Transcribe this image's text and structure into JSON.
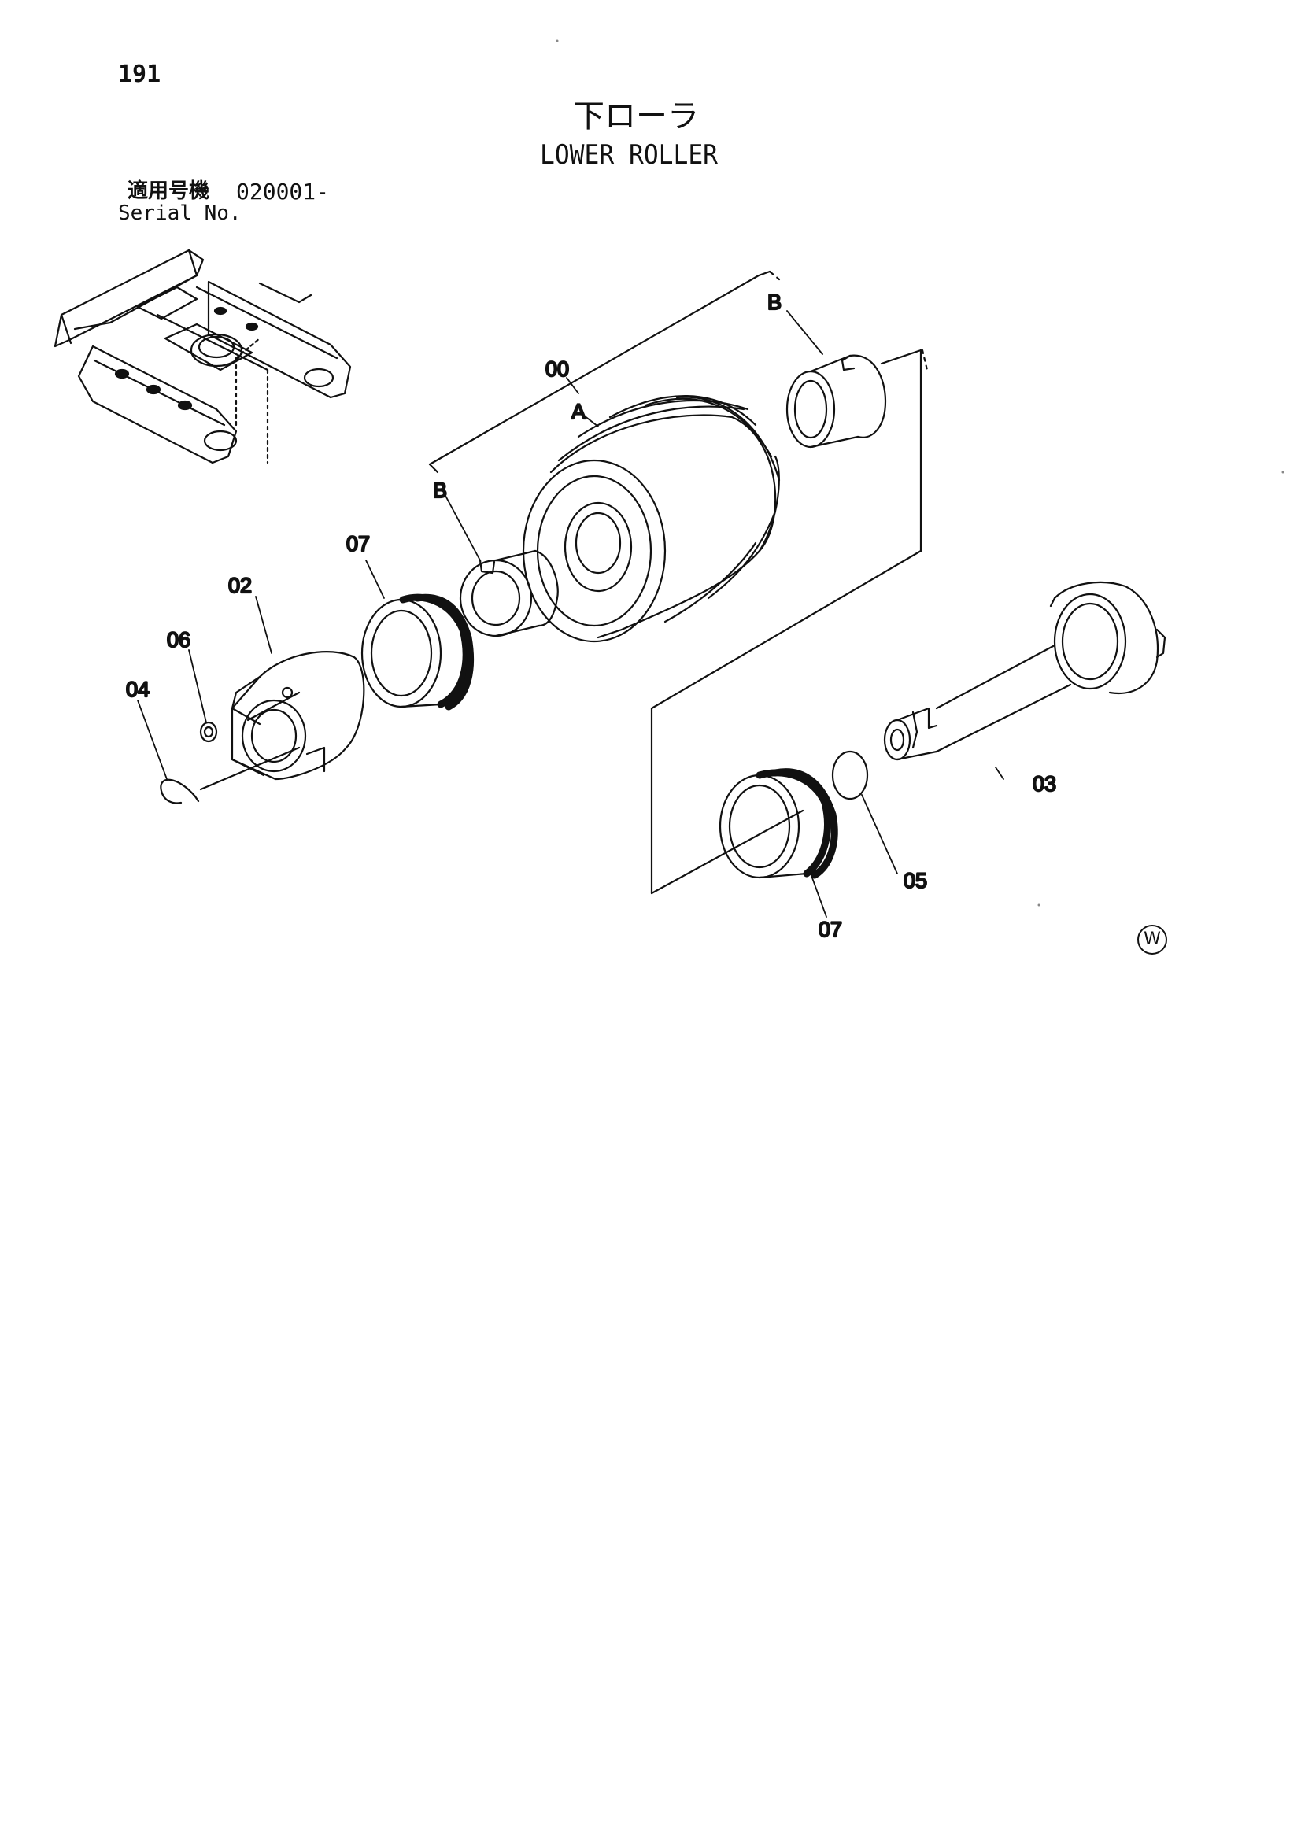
{
  "header": {
    "page_number": "191",
    "title_ja": "下ローラ",
    "title_en": "LOWER ROLLER",
    "serial_label_ja": "適用号機",
    "serial_value": "020001-",
    "serial_label_en": "Serial No."
  },
  "callouts": {
    "p00": "00",
    "pA": "A",
    "pB1": "B",
    "pB2": "B",
    "p07a": "07",
    "p02": "02",
    "p06": "06",
    "p04": "04",
    "p03": "03",
    "p05": "05",
    "p07b": "07"
  },
  "footer": {
    "mark": "W"
  }
}
